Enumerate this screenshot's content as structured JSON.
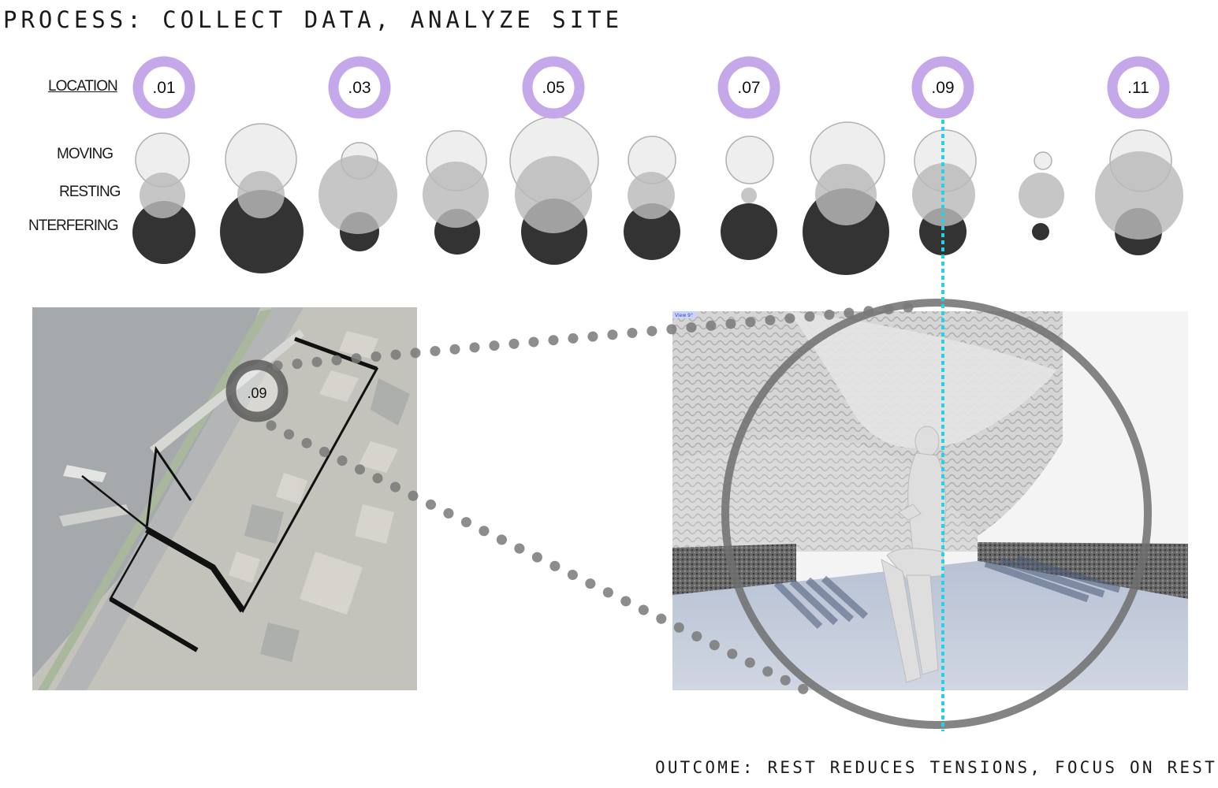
{
  "title": "PROCESS: COLLECT DATA, ANALYZE SITE",
  "outcome": "OUTCOME: REST REDUCES TENSIONS, FOCUS ON REST",
  "row_labels": {
    "location": "LOCATION",
    "moving": "MOVING",
    "resting": "RESTING",
    "interfering": "NTERFERING"
  },
  "location_labels": [
    ".01",
    ".03",
    ".05",
    ".07",
    ".09",
    ".11"
  ],
  "map_marker_label": ".09",
  "viewport_tag": "View 9°",
  "colors": {
    "location_ring": "#c4a8ea",
    "moving": "#eeeeee",
    "resting": "#b9b9b9",
    "interfering": "#333333",
    "highlight_line": "#22d3e6",
    "leader_dots": "#7a7a7a",
    "focus_ring": "#6e6e6e"
  }
}
